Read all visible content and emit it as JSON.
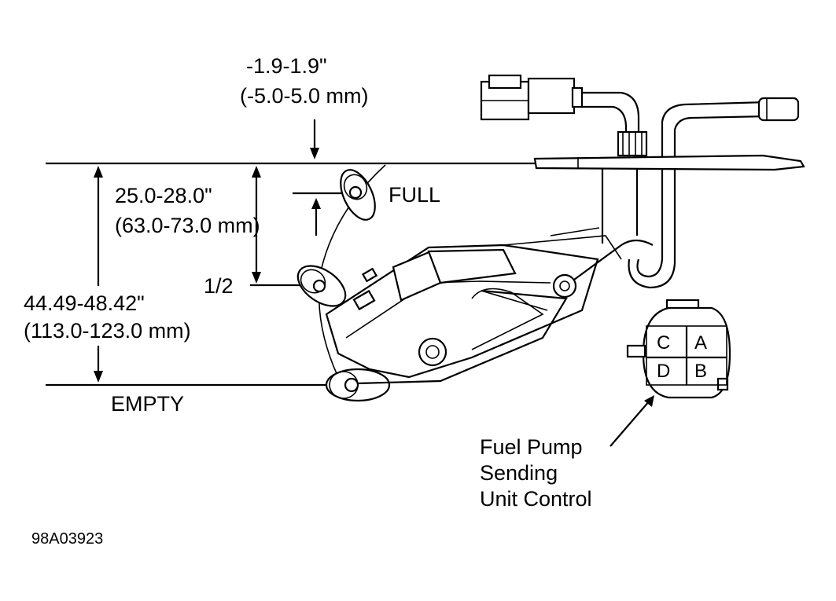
{
  "labels": {
    "tolerance_top_in": "-1.9-1.9\"",
    "tolerance_top_mm": "(-5.0-5.0 mm)",
    "full_dim_in": "25.0-28.0\"",
    "full_dim_mm": "(63.0-73.0 mm)",
    "total_dim_in": "44.49-48.42\"",
    "total_dim_mm": "(113.0-123.0 mm)",
    "full": "FULL",
    "half": "1/2",
    "empty": "EMPTY",
    "connector_line1": "Fuel Pump",
    "connector_line2": "Sending",
    "connector_line3": "Unit Control",
    "figure_id": "98A03923"
  },
  "connector_pins": {
    "top_left": "C",
    "top_right": "A",
    "bottom_left": "D",
    "bottom_right": "B"
  },
  "colors": {
    "ink": "#000000",
    "background": "#ffffff"
  }
}
